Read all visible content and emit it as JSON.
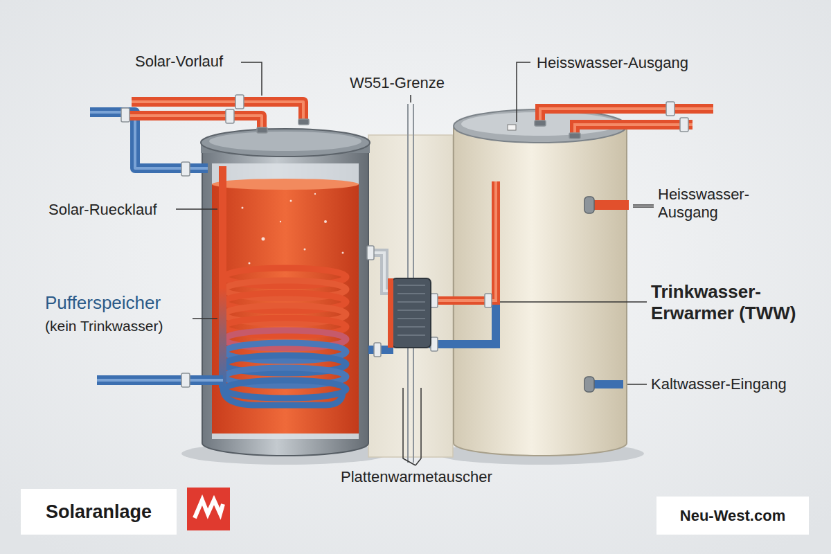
{
  "diagram": {
    "nodes": [
      {
        "text": [
          "Solaranlage"
        ]
      },
      {
        "text": [
          "Neu-West.com"
        ]
      }
    ],
    "labels": [
      "Solar-Vorlauf",
      "Heisswasser-Ausgang",
      "W551-Grenze",
      "Solar-Ruecklauf",
      "Heisswasser- Ausgang",
      "Pufferspeicher",
      "(kein Trinkwasser)",
      "Trinkwasser- Erwarmer (TWW)",
      "Kaltwasser-Eingang",
      "Plattenwarmetauscher"
    ]
  }
}
